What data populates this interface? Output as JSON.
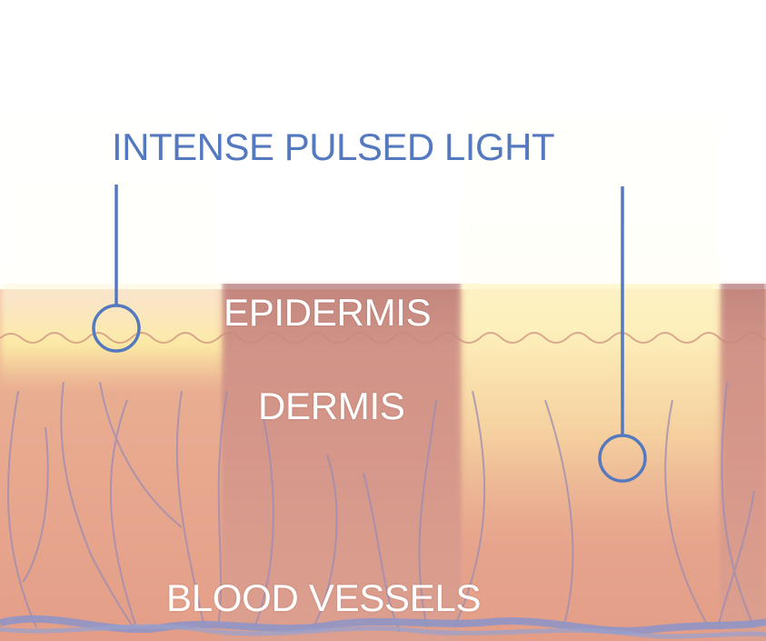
{
  "diagram": {
    "title": "INTENSE PULSED LIGHT",
    "labels": {
      "epidermis": "EPIDERMIS",
      "dermis": "DERMIS",
      "blood_vessels": "BLOOD VESSELS"
    },
    "pointers": [
      {
        "name": "left-pointer",
        "target": "epidermis"
      },
      {
        "name": "right-pointer",
        "target": "dermis"
      }
    ],
    "colors": {
      "title": "#5579be",
      "pointer": "#5579be",
      "skin": "#e4a48a",
      "skin_dark": "#c98878",
      "light_beam": "#fff6c8",
      "vessel": "#8c92c4",
      "label": "#ffffff"
    }
  }
}
